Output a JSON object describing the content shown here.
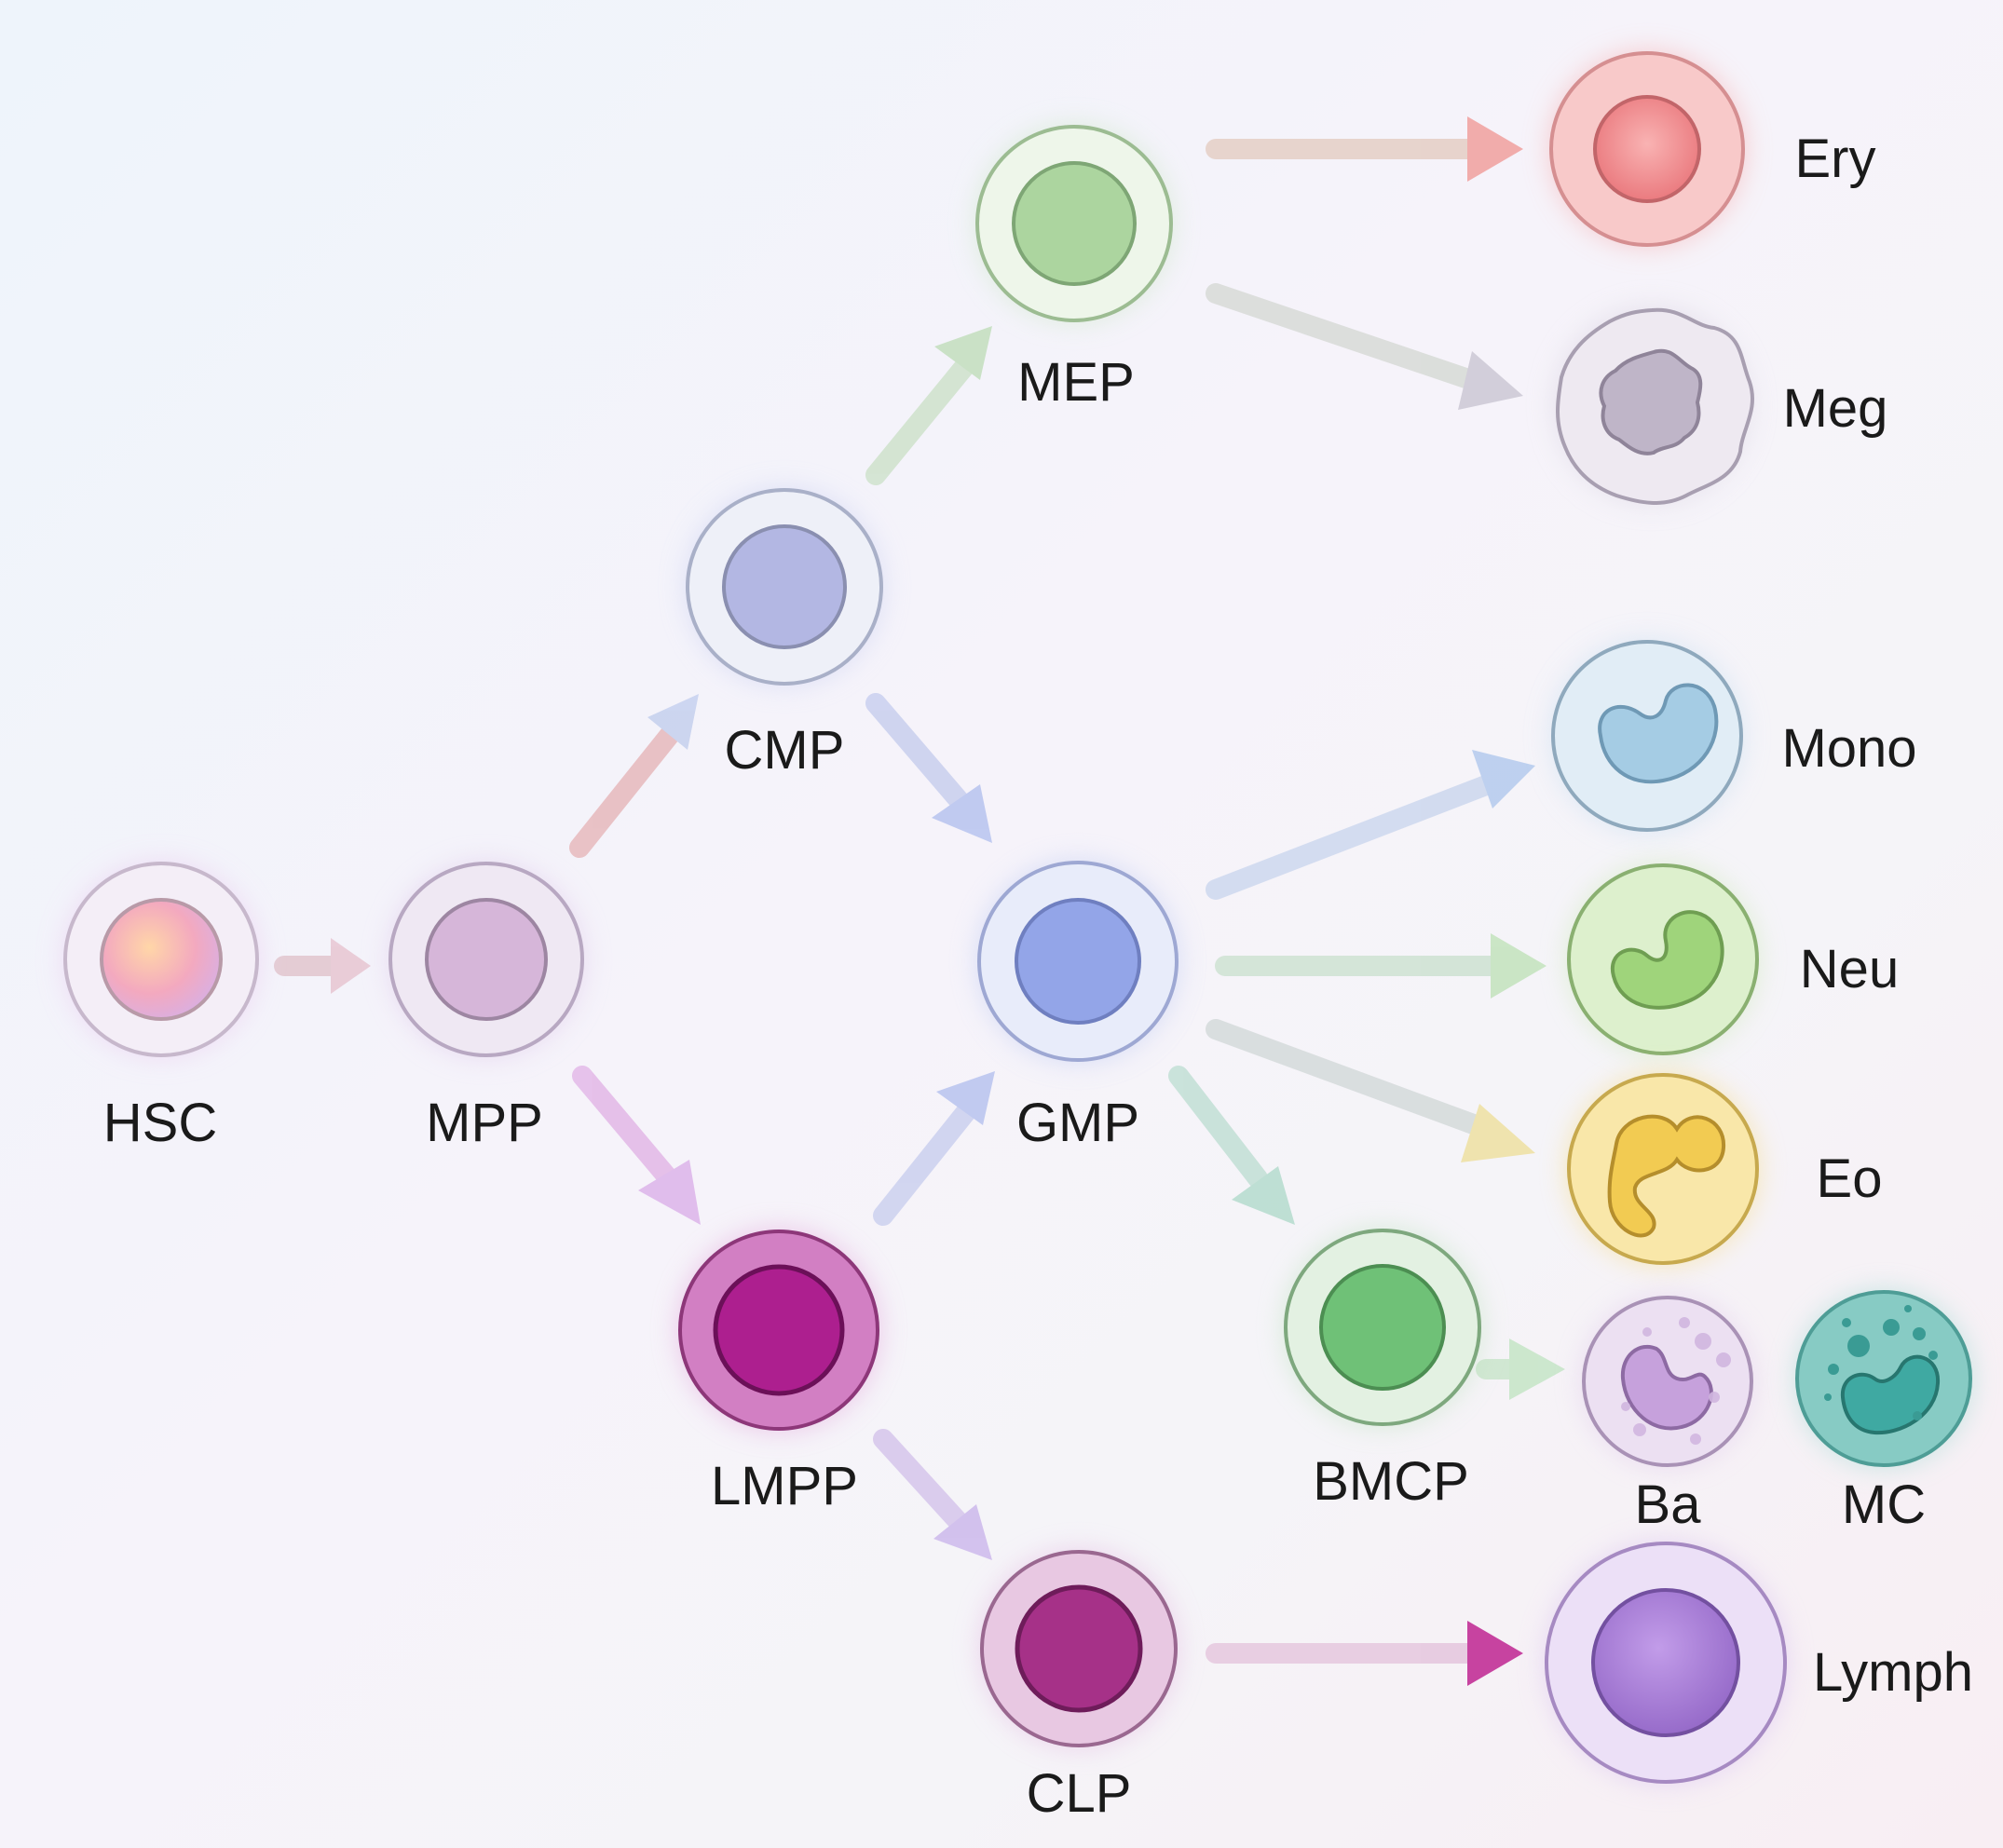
{
  "nodes": {
    "HSC": "HSC",
    "MPP": "MPP",
    "CMP": "CMP",
    "MEP": "MEP",
    "GMP": "GMP",
    "LMPP": "LMPP",
    "CLP": "CLP",
    "BMCP": "BMCP",
    "Ery": "Ery",
    "Meg": "Meg",
    "Mono": "Mono",
    "Neu": "Neu",
    "Eo": "Eo",
    "Ba": "Ba",
    "MC": "MC",
    "Lymph": "Lymph"
  },
  "colors": {
    "HSC": "#f2b3b8",
    "MPP": "#d7b9dc",
    "CMP": "#a9b3e0",
    "MEP": "#a8d39a",
    "GMP": "#8d9fe6",
    "LMPP": "#b0238f",
    "CLP": "#a33186",
    "BMCP": "#6cbf73",
    "Ery": "#ee7b7f",
    "Meg": "#c9c2d2",
    "Mono": "#9cc8e3",
    "Neu": "#9fd67c",
    "Eo": "#f4cf60",
    "Ba": "#c7a2dd",
    "MC": "#57b7b0",
    "Lymph": "#a779d6"
  }
}
